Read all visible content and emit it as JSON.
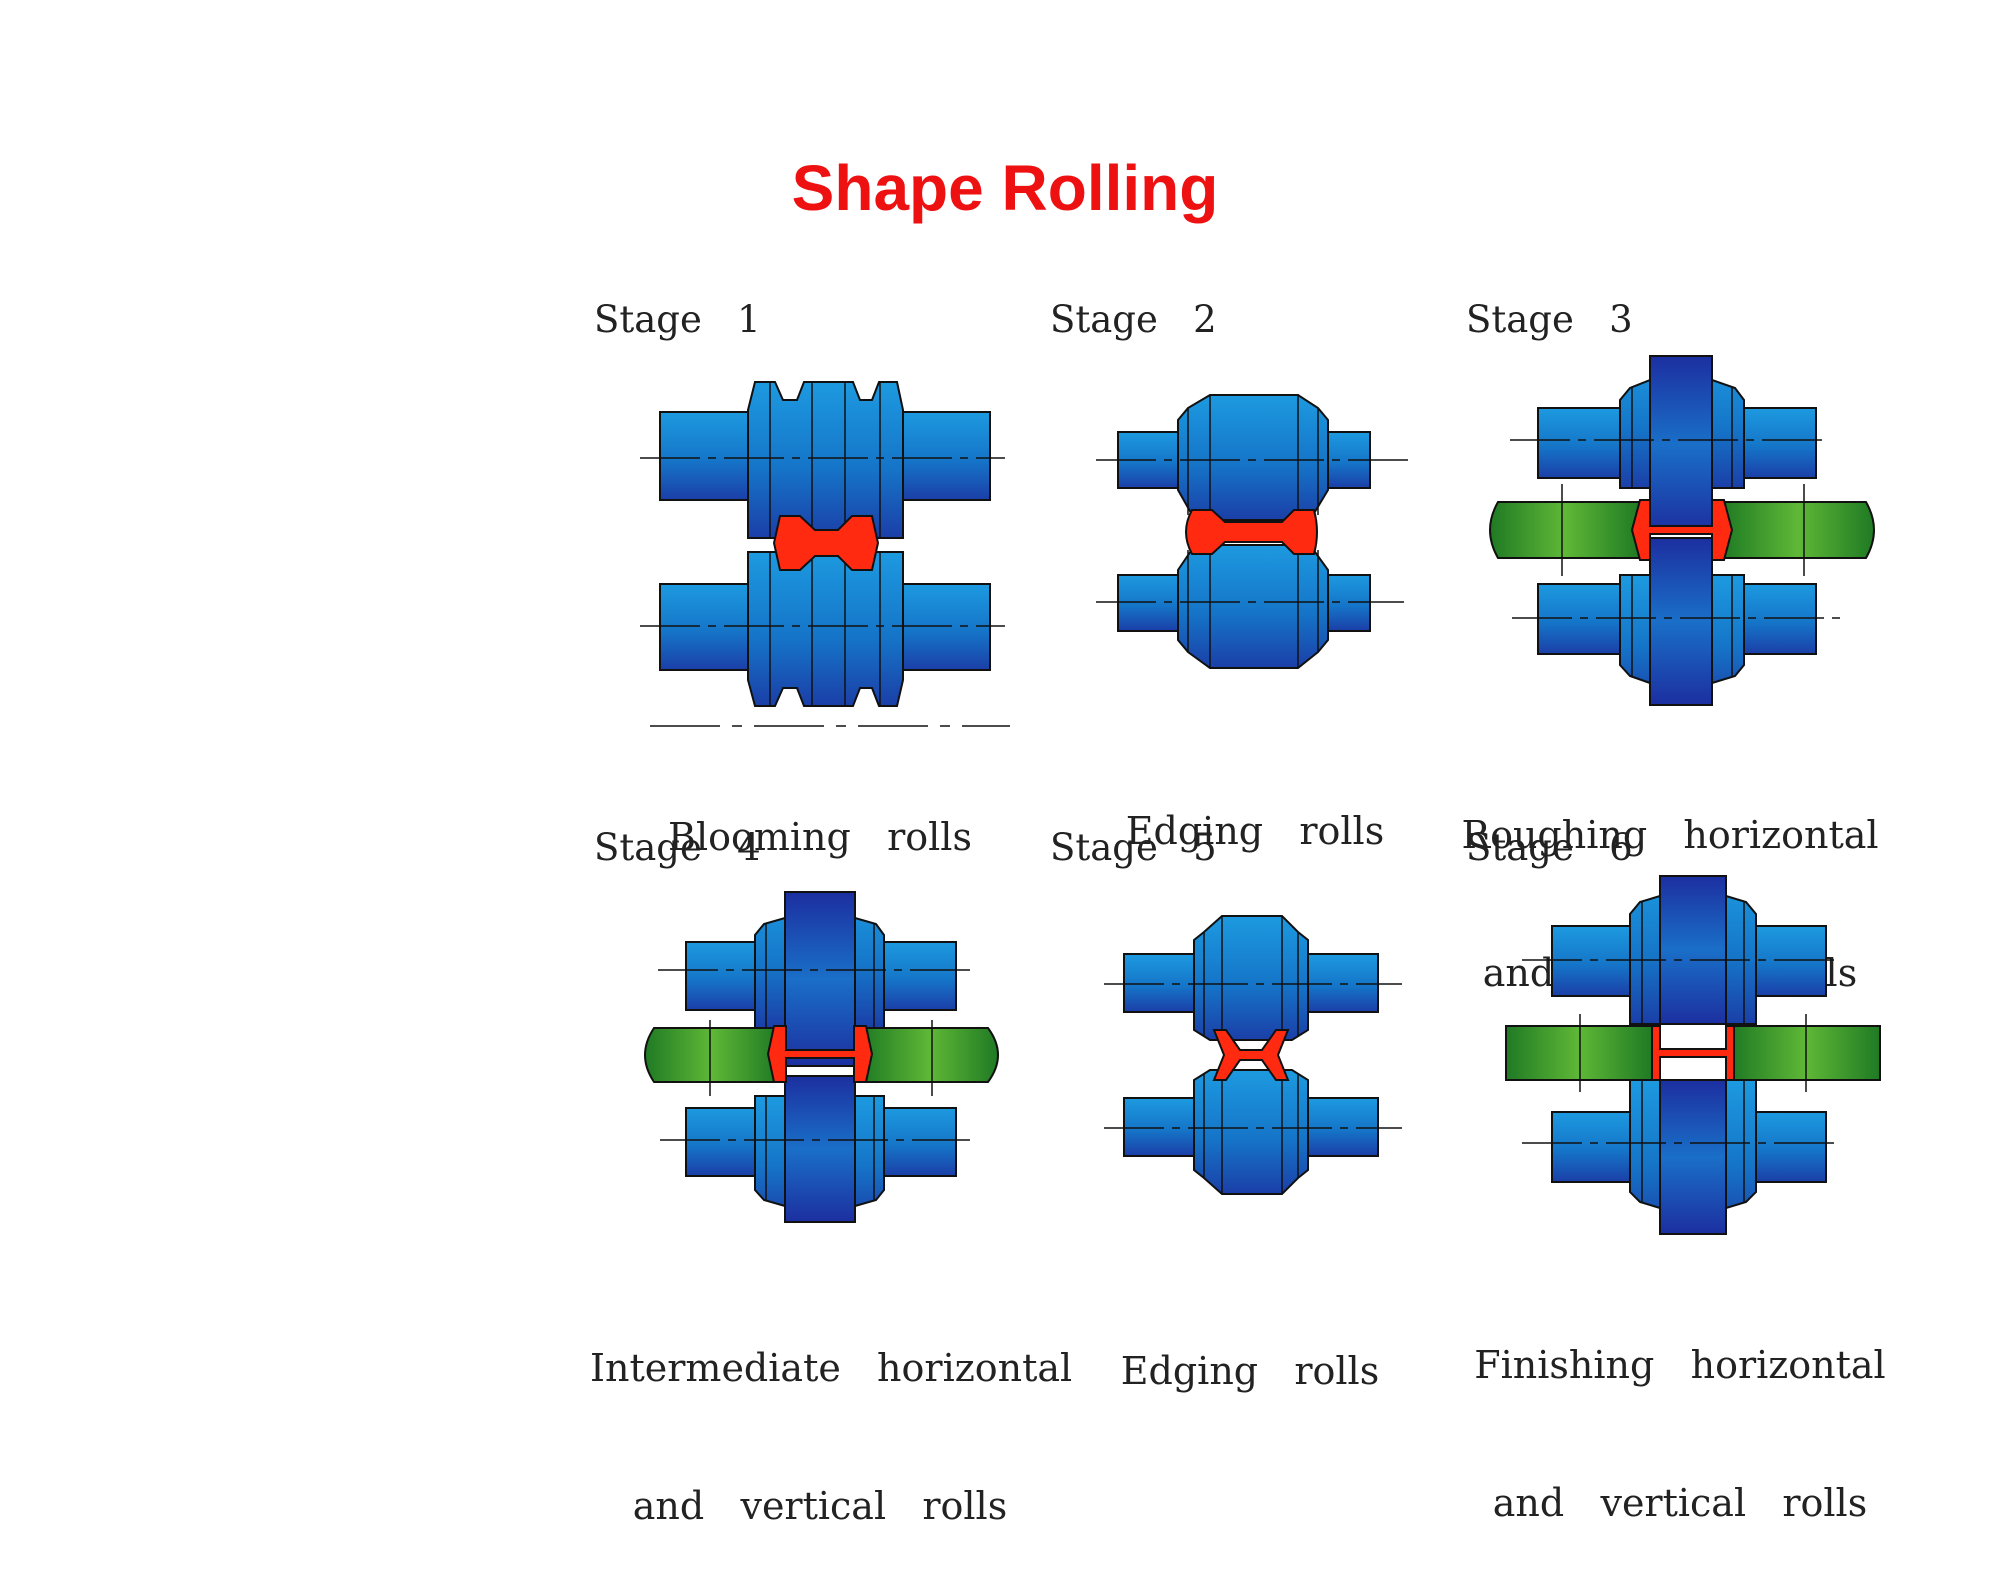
{
  "title": "Shape Rolling",
  "stages": [
    {
      "label": "Stage   1",
      "caption": [
        "Blooming   rolls"
      ]
    },
    {
      "label": "Stage   2",
      "caption": [
        "Edging   rolls"
      ]
    },
    {
      "label": "Stage   3",
      "caption": [
        "Roughing   horizontal",
        "and   vertical   rolls"
      ]
    },
    {
      "label": "Stage   4",
      "caption": [
        "Intermediate   horizontal",
        "and   vertical   rolls"
      ]
    },
    {
      "label": "Stage   5",
      "caption": [
        "Edging   rolls"
      ]
    },
    {
      "label": "Stage   6",
      "caption": [
        "Finishing   horizontal",
        "and   vertical   rolls"
      ]
    }
  ],
  "colors": {
    "title": "#ee1111",
    "horizontal_roll": "#1a7fd0",
    "vertical_roll": "#3a9a2a",
    "workpiece": "#ff2a10"
  }
}
